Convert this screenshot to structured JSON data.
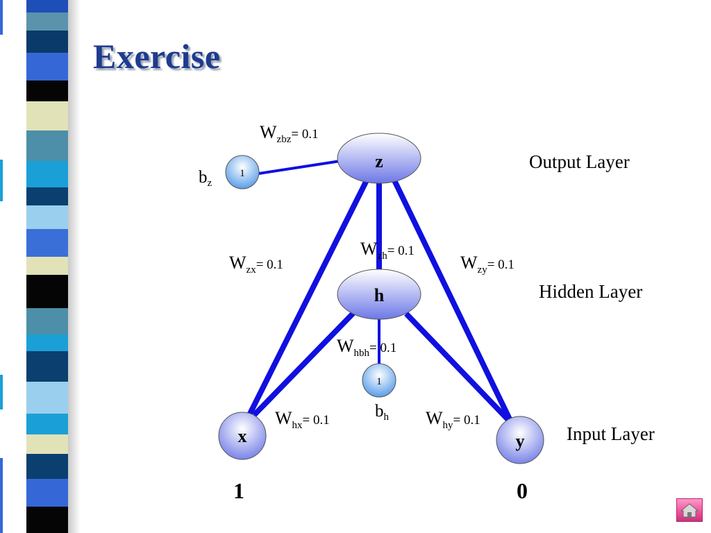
{
  "slide": {
    "title": "Exercise"
  },
  "diagram": {
    "nodes": {
      "z": "z",
      "h": "h",
      "x": "x",
      "y": "y",
      "bias_z_value": "1",
      "bias_h_value": "1"
    },
    "layers": {
      "output": "Output Layer",
      "hidden": "Hidden Layer",
      "input": "Input Layer"
    },
    "bias_labels": {
      "z": {
        "main": "b",
        "sub": "z"
      },
      "h": {
        "main": "b",
        "sub": "h"
      }
    },
    "weights": {
      "zbz": {
        "main": "W",
        "sub": "zbz",
        "value": "= 0.1"
      },
      "zx": {
        "main": "W",
        "sub": "zx",
        "value": "= 0.1"
      },
      "zh": {
        "main": "W",
        "sub": "zh",
        "value": "= 0.1"
      },
      "zy": {
        "main": "W",
        "sub": "zy",
        "value": "= 0.1"
      },
      "hbh": {
        "main": "W",
        "sub": "hbh",
        "value": "= 0.1"
      },
      "hx": {
        "main": "W",
        "sub": "hx",
        "value": "= 0.1"
      },
      "hy": {
        "main": "W",
        "sub": "hy",
        "value": "= 0.1"
      }
    },
    "inputs": {
      "x_value": "1",
      "y_value": "0"
    }
  },
  "colors": {
    "edge": "#1010e0",
    "title": "#1f3b8f",
    "node_fill_top": "#ffffff",
    "node_fill_bottom": "#6d78e6"
  },
  "icons": {
    "home": "home-icon"
  }
}
